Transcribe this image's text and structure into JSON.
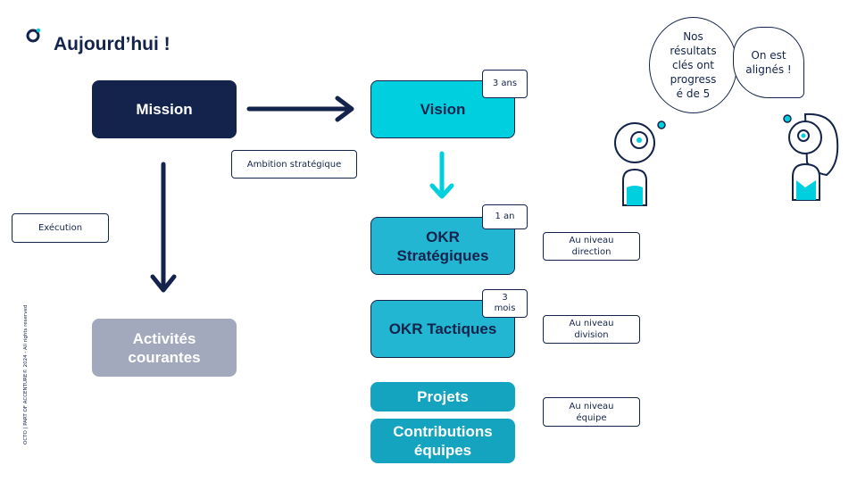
{
  "header": {
    "title": "Aujourd’hui !",
    "logo_icon": "octo-ring-logo"
  },
  "colors": {
    "navy": "#14234b",
    "cyan": "#00cfe0",
    "teal": "#22b6d2",
    "dark_teal": "#14a4c0",
    "grey": "#a3a9bc"
  },
  "nodes": {
    "mission": "Mission",
    "vision": "Vision",
    "okr_strat_1": "OKR",
    "okr_strat_2": "Stratégiques",
    "okr_tact": "OKR Tactiques",
    "projets": "Projets",
    "contrib_1": "Contributions",
    "contrib_2": "équipes",
    "activites_1": "Activités",
    "activites_2": "courantes"
  },
  "tags": {
    "vision": "3 ans",
    "okr_strat": "1 an",
    "okr_tact_1": "3",
    "okr_tact_2": "mois"
  },
  "labels": {
    "ambition": "Ambition stratégique",
    "execution": "Exécution",
    "direction_1": "Au niveau",
    "direction_2": "direction",
    "division_1": "Au niveau",
    "division_2": "division",
    "equipe_1": "Au niveau",
    "equipe_2": "équipe"
  },
  "bubbles": {
    "left": [
      "Nos",
      "résultats",
      "clés ont",
      "progress",
      "é de 5"
    ],
    "right": [
      "On est",
      "alignés !"
    ]
  },
  "footer": {
    "copyright": "OCTO | PART OF ACCENTURE© 2024 - All rights reserved"
  }
}
